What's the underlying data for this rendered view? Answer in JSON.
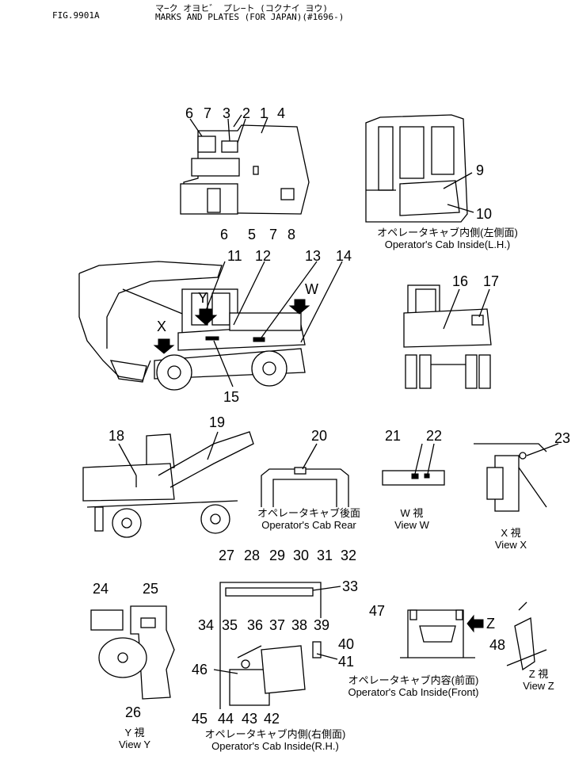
{
  "header": {
    "fig_no": "FIG.9901A",
    "title_jp": "マ−ク オヨヒ゛ プレ−ト (コクナイ ヨウ)",
    "title_en": "MARKS AND PLATES (FOR JAPAN)(#1696-)"
  },
  "part_numbers": [
    "1",
    "2",
    "3",
    "4",
    "6",
    "7",
    "6",
    "5",
    "7",
    "8",
    "9",
    "10",
    "11",
    "12",
    "13",
    "14",
    "15",
    "16",
    "17",
    "18",
    "19",
    "20",
    "21",
    "22",
    "23",
    "24",
    "25",
    "26",
    "27",
    "28",
    "29",
    "30",
    "31",
    "32",
    "33",
    "34",
    "35",
    "36",
    "37",
    "38",
    "39",
    "40",
    "41",
    "42",
    "43",
    "44",
    "45",
    "46",
    "47",
    "48"
  ],
  "arrows": {
    "w": "W",
    "x": "X",
    "y": "Y",
    "z": "Z"
  },
  "views": {
    "cab_lh": {
      "jp": "オペレータキャブ内側(左側面)",
      "en": "Operator's Cab Inside(L.H.)"
    },
    "cab_rear": {
      "jp": "オペレータキャブ後面",
      "en": "Operator's Cab Rear"
    },
    "view_w": {
      "jp": "W 視",
      "en": "View W"
    },
    "view_x": {
      "jp": "X 視",
      "en": "View X"
    },
    "view_y": {
      "jp": "Y 視",
      "en": "View Y"
    },
    "view_z": {
      "jp": "Z 視",
      "en": "View Z"
    },
    "cab_front": {
      "jp": "オペレータキャブ内容(前面)",
      "en": "Operator's Cab Inside(Front)"
    },
    "cab_rh": {
      "jp": "オペレータキャブ内側(右側面)",
      "en": "Operator's Cab Inside(R.H.)"
    }
  }
}
